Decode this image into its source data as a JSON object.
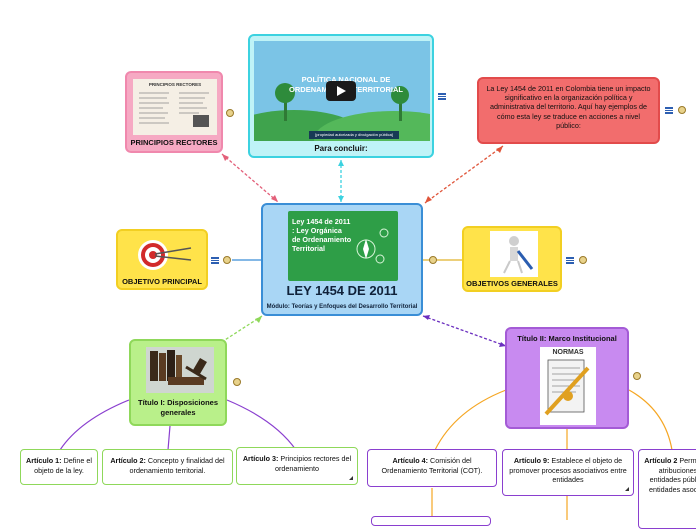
{
  "center": {
    "image_text": "Ley 1454 de 2011 : Ley Orgánica de Ordenamiento Territorial",
    "title": "LEY 1454 DE 2011",
    "subtitle": "Módulo: Teorías y Enfoques del Desarrollo Territorial"
  },
  "video": {
    "title_overlay": "POLÍTICA NACIONAL DE ORDENAMIENTO TERRITORIAL",
    "bar_text": "[propiedad autorizada y divulgación pública]",
    "caption": "Para concluir:"
  },
  "principios": {
    "doc_heading": "PRINCIPIOS RECTORES",
    "label": "PRINCIPIOS RECTORES"
  },
  "ley_note": {
    "text": "La Ley 1454 de 2011 en Colombia tiene un impacto significativo en la organización política y administrativa del territorio. Aquí hay ejemplos de cómo esta ley se traduce en acciones a nivel público:"
  },
  "objetivo_principal": {
    "label": "OBJETIVO PRINCIPAL"
  },
  "objetivos_generales": {
    "label": "OBJETIVOS GENERALES"
  },
  "titulo1": {
    "label": "Título I: Disposiciones generales"
  },
  "titulo2": {
    "label": "Título II: Marco Institucional",
    "image_text": "NORMAS"
  },
  "articles": {
    "a1": {
      "bold": "Artículo 1:",
      "text": "Define el objeto de la ley."
    },
    "a2": {
      "bold": "Artículo 2:",
      "text": "Concepto y finalidad del ordenamiento territorial."
    },
    "a3": {
      "bold": "Artículo 3:",
      "text": "Principios rectores del ordenamiento"
    },
    "a4": {
      "bold": "Artículo 4:",
      "text": "Comisión del Ordenamiento Territorial (COT)."
    },
    "a9": {
      "bold": "Artículo 9:",
      "text": "Establece el objeto de promover procesos asociativos entre entidades"
    },
    "a2b": {
      "bold": "Artículo 2",
      "text": "Permite la atribuciones entidades públ en entidades asocian"
    }
  },
  "colors": {
    "center": "#a9d6f5",
    "video": "#bff3f7",
    "principios": "#f6a9c3",
    "ley_note": "#f26d6d",
    "objetivos": "#ffe34a",
    "titulo1": "#b9f08a",
    "titulo2": "#c88af0",
    "orange_line": "#f5a623",
    "purple_line": "#8a3fcf"
  }
}
